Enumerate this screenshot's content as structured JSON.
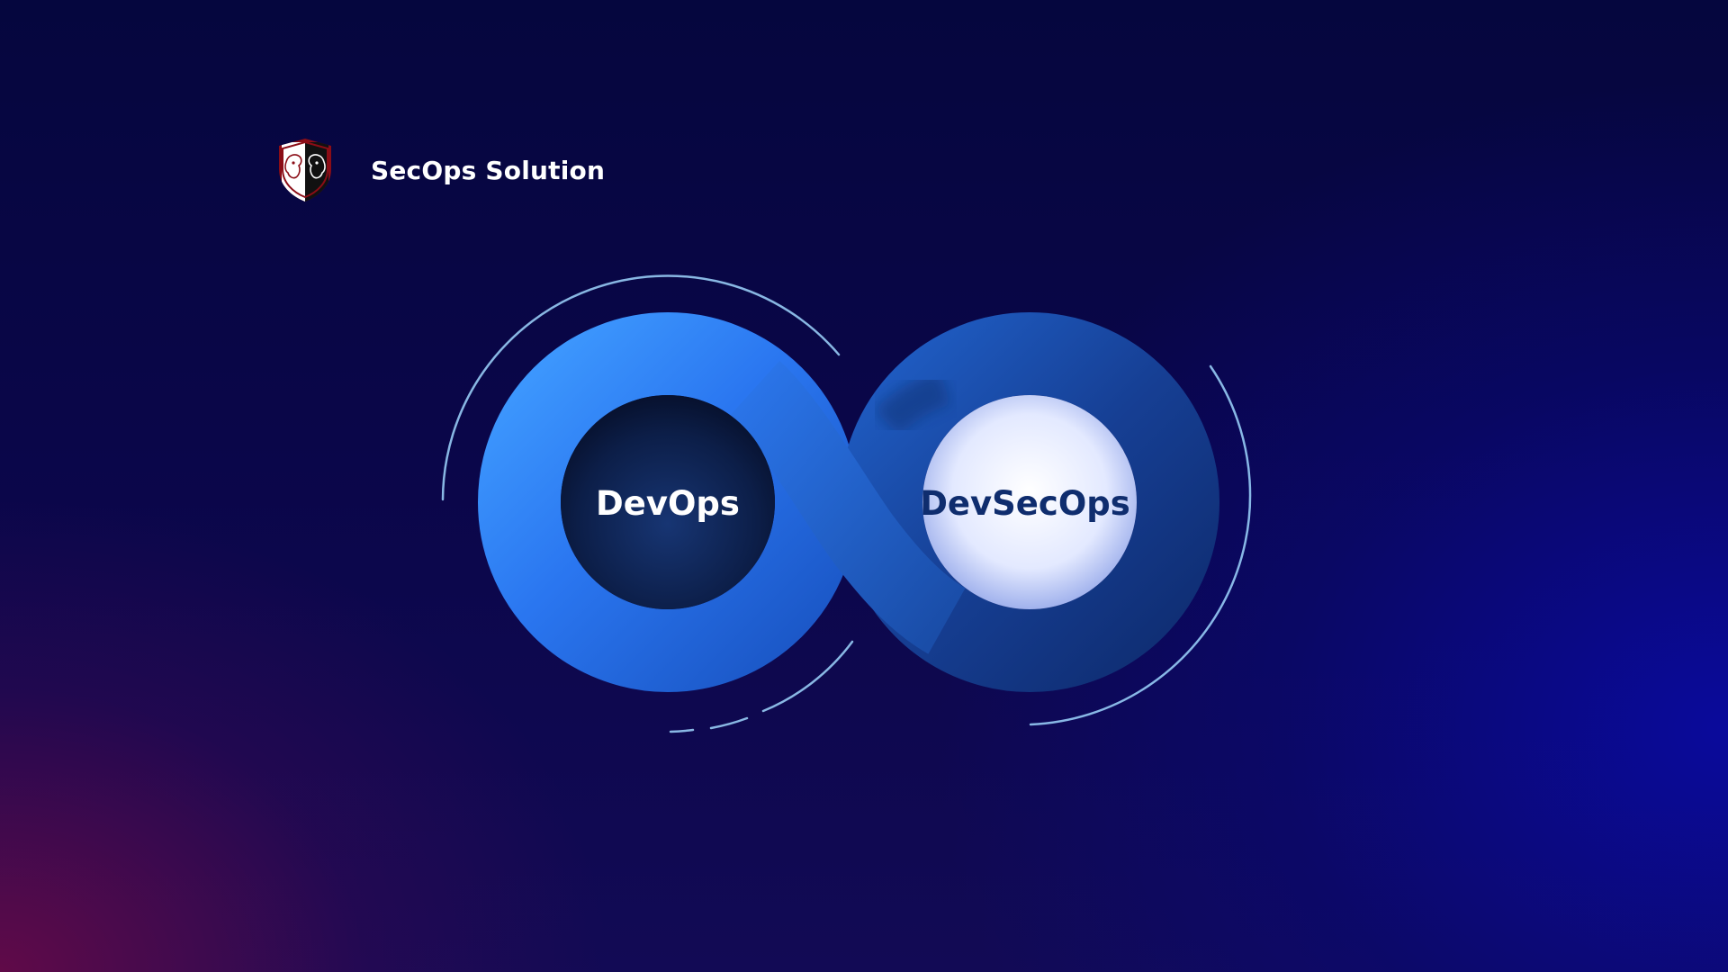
{
  "brand": {
    "name": "SecOps Solution",
    "logo_icon": "shield-logo-icon"
  },
  "diagram": {
    "left_label": "DevOps",
    "right_label": "DevSecOps"
  },
  "colors": {
    "background_top": "#05063e",
    "background_left_glow": "#6e0a46",
    "background_right_glow": "#0a0aa0",
    "loop_light_blue": "#2f86ff",
    "loop_mid_blue": "#1a5bd0",
    "loop_dark_blue": "#123e8c",
    "left_center": "#0a1a3e",
    "right_center": "#dfe6ff",
    "arc_color": "#9fd7ff"
  }
}
